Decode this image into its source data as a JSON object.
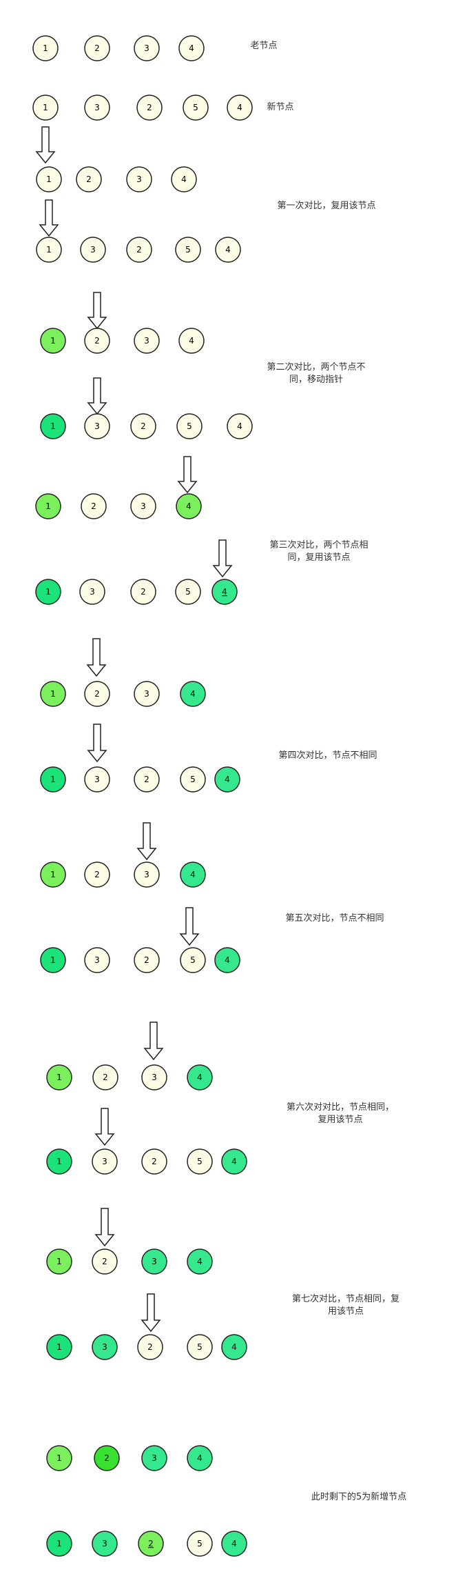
{
  "colors": {
    "cream": "#fbfbe6",
    "green_old": "#7cf05c",
    "green_new": "#1be37a",
    "green_mid": "#35e88d",
    "green_bright": "#38e030",
    "stroke": "#222222",
    "arrow_fill": "#ffffff"
  },
  "rows": [
    {
      "nodes": [
        {
          "label": "1",
          "fill": "cream"
        },
        {
          "label": "2",
          "fill": "cream"
        },
        {
          "label": "3",
          "fill": "cream"
        },
        {
          "label": "4",
          "fill": "cream"
        }
      ]
    },
    {
      "nodes": [
        {
          "label": "1",
          "fill": "cream"
        },
        {
          "label": "3",
          "fill": "cream"
        },
        {
          "label": "2",
          "fill": "cream"
        },
        {
          "label": "5",
          "fill": "cream"
        },
        {
          "label": "4",
          "fill": "cream"
        }
      ]
    },
    {
      "nodes": [
        {
          "label": "1",
          "fill": "cream"
        },
        {
          "label": "2",
          "fill": "cream"
        },
        {
          "label": "3",
          "fill": "cream"
        },
        {
          "label": "4",
          "fill": "cream"
        }
      ]
    },
    {
      "nodes": [
        {
          "label": "1",
          "fill": "cream"
        },
        {
          "label": "3",
          "fill": "cream"
        },
        {
          "label": "2",
          "fill": "cream"
        },
        {
          "label": "5",
          "fill": "cream"
        },
        {
          "label": "4",
          "fill": "cream"
        }
      ]
    },
    {
      "nodes": [
        {
          "label": "1",
          "fill": "green_old"
        },
        {
          "label": "2",
          "fill": "cream"
        },
        {
          "label": "3",
          "fill": "cream"
        },
        {
          "label": "4",
          "fill": "cream"
        }
      ]
    },
    {
      "nodes": [
        {
          "label": "1",
          "fill": "green_new"
        },
        {
          "label": "3",
          "fill": "cream"
        },
        {
          "label": "2",
          "fill": "cream"
        },
        {
          "label": "5",
          "fill": "cream"
        },
        {
          "label": "4",
          "fill": "cream"
        }
      ]
    },
    {
      "nodes": [
        {
          "label": "1",
          "fill": "green_old"
        },
        {
          "label": "2",
          "fill": "cream"
        },
        {
          "label": "3",
          "fill": "cream"
        },
        {
          "label": "4",
          "fill": "green_old"
        }
      ]
    },
    {
      "nodes": [
        {
          "label": "1",
          "fill": "green_new"
        },
        {
          "label": "3",
          "fill": "cream"
        },
        {
          "label": "2",
          "fill": "cream"
        },
        {
          "label": "5",
          "fill": "cream"
        },
        {
          "label": "4",
          "fill": "green_mid",
          "underline": true
        }
      ]
    },
    {
      "nodes": [
        {
          "label": "1",
          "fill": "green_old"
        },
        {
          "label": "2",
          "fill": "cream"
        },
        {
          "label": "3",
          "fill": "cream"
        },
        {
          "label": "4",
          "fill": "green_mid"
        }
      ]
    },
    {
      "nodes": [
        {
          "label": "1",
          "fill": "green_new"
        },
        {
          "label": "3",
          "fill": "cream"
        },
        {
          "label": "2",
          "fill": "cream"
        },
        {
          "label": "5",
          "fill": "cream"
        },
        {
          "label": "4",
          "fill": "green_mid"
        }
      ]
    },
    {
      "nodes": [
        {
          "label": "1",
          "fill": "green_old"
        },
        {
          "label": "2",
          "fill": "cream"
        },
        {
          "label": "3",
          "fill": "cream"
        },
        {
          "label": "4",
          "fill": "green_mid"
        }
      ]
    },
    {
      "nodes": [
        {
          "label": "1",
          "fill": "green_new"
        },
        {
          "label": "3",
          "fill": "cream"
        },
        {
          "label": "2",
          "fill": "cream"
        },
        {
          "label": "5",
          "fill": "cream"
        },
        {
          "label": "4",
          "fill": "green_mid"
        }
      ]
    },
    {
      "nodes": [
        {
          "label": "1",
          "fill": "green_old"
        },
        {
          "label": "2",
          "fill": "cream"
        },
        {
          "label": "3",
          "fill": "cream"
        },
        {
          "label": "4",
          "fill": "green_mid"
        }
      ]
    },
    {
      "nodes": [
        {
          "label": "1",
          "fill": "green_new"
        },
        {
          "label": "3",
          "fill": "cream"
        },
        {
          "label": "2",
          "fill": "cream"
        },
        {
          "label": "5",
          "fill": "cream"
        },
        {
          "label": "4",
          "fill": "green_mid"
        }
      ]
    },
    {
      "nodes": [
        {
          "label": "1",
          "fill": "green_old"
        },
        {
          "label": "2",
          "fill": "cream"
        },
        {
          "label": "3",
          "fill": "green_mid"
        },
        {
          "label": "4",
          "fill": "green_mid"
        }
      ]
    },
    {
      "nodes": [
        {
          "label": "1",
          "fill": "green_new"
        },
        {
          "label": "3",
          "fill": "green_mid"
        },
        {
          "label": "2",
          "fill": "cream"
        },
        {
          "label": "5",
          "fill": "cream"
        },
        {
          "label": "4",
          "fill": "green_mid"
        }
      ]
    },
    {
      "nodes": [
        {
          "label": "1",
          "fill": "green_old"
        },
        {
          "label": "2",
          "fill": "green_bright"
        },
        {
          "label": "3",
          "fill": "green_mid"
        },
        {
          "label": "4",
          "fill": "green_mid"
        }
      ]
    },
    {
      "nodes": [
        {
          "label": "1",
          "fill": "green_new"
        },
        {
          "label": "3",
          "fill": "green_mid"
        },
        {
          "label": "2",
          "fill": "green_old",
          "underline": true
        },
        {
          "label": "5",
          "fill": "cream"
        },
        {
          "label": "4",
          "fill": "green_mid"
        }
      ]
    }
  ],
  "annotations": [
    {
      "lines": [
        "老节点"
      ]
    },
    {
      "lines": [
        "新节点"
      ]
    },
    {
      "lines": [
        "第一次对比，复用该节点"
      ]
    },
    {
      "lines": [
        "第二次对比，两个节点不",
        "同，移动指针"
      ]
    },
    {
      "lines": [
        "第三次对比，两个节点相",
        "同，复用该节点"
      ]
    },
    {
      "lines": [
        "第四次对比，节点不相同"
      ]
    },
    {
      "lines": [
        "第五次对比，节点不相同"
      ]
    },
    {
      "lines": [
        "第六次对对比，节点相同，",
        "复用该节点"
      ]
    },
    {
      "lines": [
        "第七次对比，节点相同，复",
        "用该节点"
      ]
    },
    {
      "lines": [
        "此时剩下的5为新增节点"
      ]
    }
  ]
}
